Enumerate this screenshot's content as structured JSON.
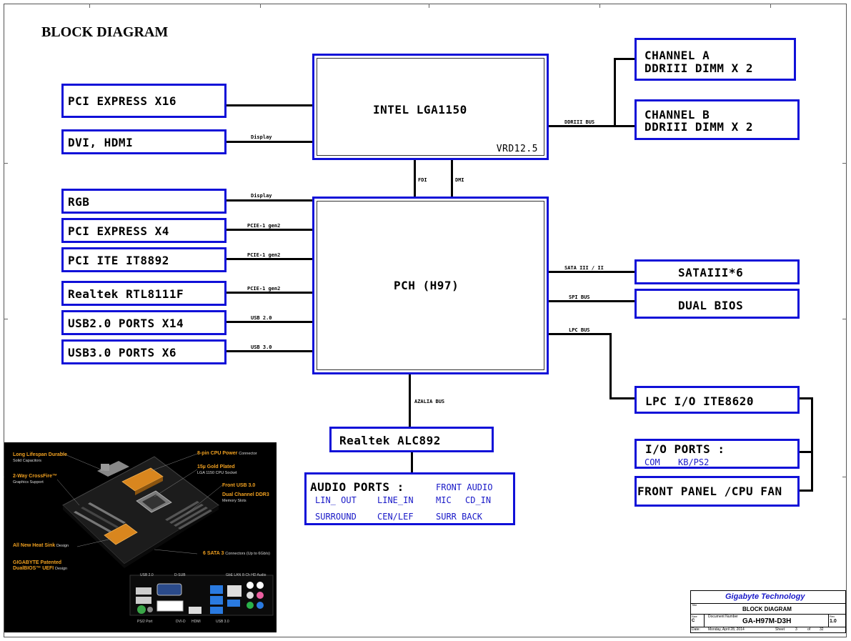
{
  "title": "BLOCK DIAGRAM",
  "cpu": {
    "label": "INTEL LGA1150",
    "sub": "VRD12.5"
  },
  "pch": {
    "label": "PCH (H97)"
  },
  "left_blocks": [
    {
      "label": "PCI EXPRESS X16",
      "bus": ""
    },
    {
      "label": "DVI, HDMI",
      "bus": "Display"
    },
    {
      "label": "RGB",
      "bus": "Display"
    },
    {
      "label": "PCI EXPRESS X4",
      "bus": "PCIE-1 gen2"
    },
    {
      "label": "PCI ITE IT8892",
      "bus": "PCIE-1 gen2"
    },
    {
      "label": "Realtek RTL8111F",
      "bus": "PCIE-1 gen2"
    },
    {
      "label": "USB2.0 PORTS X14",
      "bus": "USB 2.0"
    },
    {
      "label": "USB3.0 PORTS X6",
      "bus": "USB 3.0"
    }
  ],
  "memory": {
    "bus": "DDRIII BUS",
    "channel_a": [
      "CHANNEL A",
      "DDRIII DIMM X 2"
    ],
    "channel_b": [
      "CHANNEL B",
      "DDRIII DIMM X 2"
    ]
  },
  "links": {
    "fdi": "FDI",
    "dmi": "DMI",
    "azalia": "AZALIA BUS"
  },
  "right_blocks": {
    "sata": {
      "label": "SATAIII*6",
      "bus": "SATA III / II"
    },
    "bios": {
      "label": "DUAL BIOS",
      "bus": "SPI BUS"
    },
    "lpc": {
      "label": "LPC I/O ITE8620",
      "bus": "LPC BUS"
    },
    "io_ports": {
      "label": "I/O PORTS :",
      "items": [
        "COM",
        "KB/PS2"
      ]
    },
    "front_panel": {
      "label": "FRONT PANEL /CPU FAN"
    }
  },
  "audio_codec": {
    "label": "Realtek ALC892"
  },
  "audio_ports": {
    "label": "AUDIO PORTS :",
    "front": "FRONT AUDIO",
    "row1": [
      "LIN_ OUT",
      "LINE_IN",
      "MIC",
      "CD_IN"
    ],
    "row2": [
      "SURROUND",
      "CEN/LEF",
      "SURR BACK"
    ]
  },
  "photo": {
    "features_left": [
      {
        "title": "Long Lifespan Durable",
        "sub": "Solid Capacitors"
      },
      {
        "title": "2-Way CrossFire™",
        "sub": "Graphics Support"
      },
      {
        "title": "All New Heat Sink",
        "sub": "Design"
      },
      {
        "title": "GIGABYTE Patented",
        "sub": ""
      },
      {
        "title": "DualBIOS™ UEFI",
        "sub": "Design"
      }
    ],
    "features_right": [
      {
        "title": "8-pin CPU Power",
        "sub": "Connector"
      },
      {
        "title": "15µ Gold Plated",
        "sub": "LGA 1150 CPU Socket"
      },
      {
        "title": "Front USB 3.0",
        "sub": ""
      },
      {
        "title": "Dual Channel DDR3",
        "sub": "Memory Slots"
      },
      {
        "title": "6 SATA 3",
        "sub": "Connectors (Up to 6Gb/s)"
      }
    ],
    "io_labels_top": [
      "USB 2.0",
      "D-SUB",
      "GbE LAN",
      "8-Ch HD Audio"
    ],
    "io_labels_bottom": [
      "PS/2 Port",
      "DVI-D",
      "HDMI",
      "USB 3.0"
    ]
  },
  "title_block": {
    "company": "Gigabyte Technology",
    "title_caption": "Title",
    "title": "BLOCK DIAGRAM",
    "size_caption": "Size",
    "size": "C",
    "docnum_caption": "Document Number",
    "doc_number": "GA-H97M-D3H",
    "rev_caption": "Rev",
    "rev": "1.0",
    "date_caption": "Date:",
    "date": "Monday, April 28, 2014",
    "sheet_caption": "Sheet",
    "sheet": "3",
    "of_caption": "of",
    "total": "32"
  },
  "colors": {
    "box_border": "#1010d8",
    "wire": "#000000",
    "photo_caption": "#f0a020",
    "company": "#1a1ac8"
  }
}
